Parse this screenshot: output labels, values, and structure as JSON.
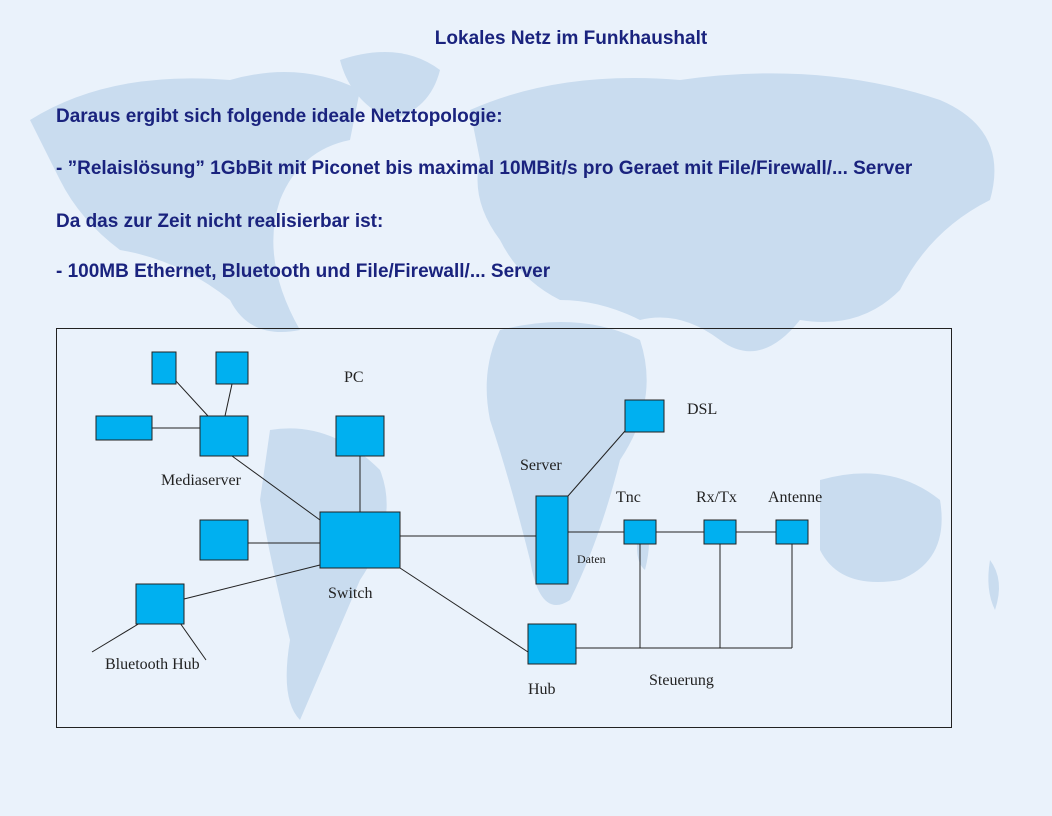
{
  "title": "Lokales Netz im Funkhaushalt",
  "lines": [
    "Daraus ergibt sich folgende  ideale Netztopologie:",
    "- ”Relaislösung” 1GbBit mit Piconet bis maximal 10MBit/s pro Geraet mit File/Firewall/... Server",
    "Da das zur Zeit nicht realisierbar ist:",
    "- 100MB Ethernet, Bluetooth und File/Firewall/... Server"
  ],
  "diagram": {
    "labels": {
      "pc": "PC",
      "dsl": "DSL",
      "server": "Server",
      "mediaserver": "Mediaserver",
      "tnc": "Tnc",
      "rxtx": "Rx/Tx",
      "antenne": "Antenne",
      "daten": "Daten",
      "switch": "Switch",
      "bluetooth_hub": "Bluetooth Hub",
      "hub": "Hub",
      "steuerung": "Steuerung"
    }
  },
  "colors": {
    "background": "#eaf2fb",
    "map": "#c5d9ee",
    "node_fill": "#00b0f0",
    "text": "#1a237e"
  }
}
